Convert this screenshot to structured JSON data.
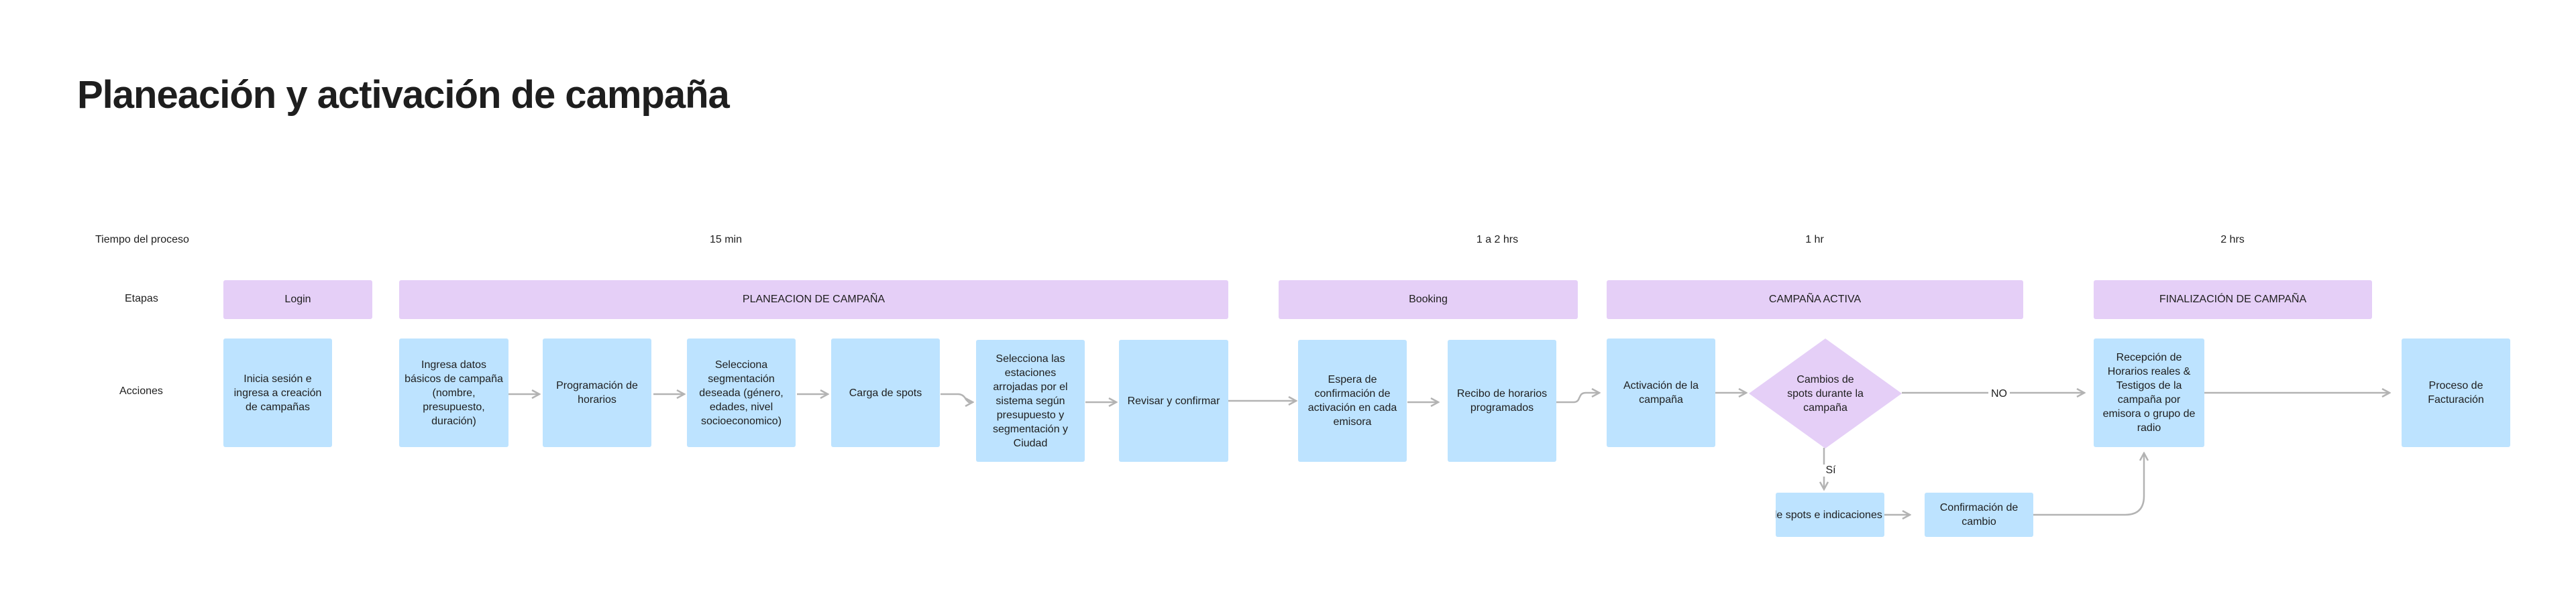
{
  "title": "Planeación y activación de campaña",
  "rows": {
    "time": "Tiempo del proceso",
    "stages": "Etapas",
    "actions": "Acciones"
  },
  "times": [
    "15 min",
    "1 a 2 hrs",
    "1 hr",
    "2 hrs"
  ],
  "stages": [
    "Login",
    "PLANEACION DE CAMPAÑA",
    "Booking",
    "CAMPAÑA ACTIVA",
    "FINALIZACIÓN DE CAMPAÑA"
  ],
  "actions": [
    "Inicia sesión e ingresa a creación de campañas",
    "Ingresa datos básicos de campaña (nombre, presupuesto, duración)",
    "Programación de horarios",
    "Selecciona segmentación deseada (género, edades, nivel socioeconomico)",
    "Carga de spots",
    "Selecciona las estaciones arrojadas por el sistema según presupuesto y segmentación y Ciudad",
    "Revisar y confirmar",
    "Espera de confirmación de activación en cada emisora",
    "Recibo de horarios programados",
    "Activación de la campaña",
    "Cambios de spots durante la campaña",
    "Recepción de Horarios reales & Testigos de la campaña por emisora o grupo de radio",
    "Proceso de Facturación",
    "Carga de spots e indicaciones de rot...",
    "Confirmación de cambio"
  ],
  "edge_labels": {
    "no": "NO",
    "yes": "Sí"
  },
  "colors": {
    "node": "#bde3ff",
    "stage": "#e5cff7",
    "decision": "#e5cff7",
    "connector": "#b3b3b3"
  }
}
